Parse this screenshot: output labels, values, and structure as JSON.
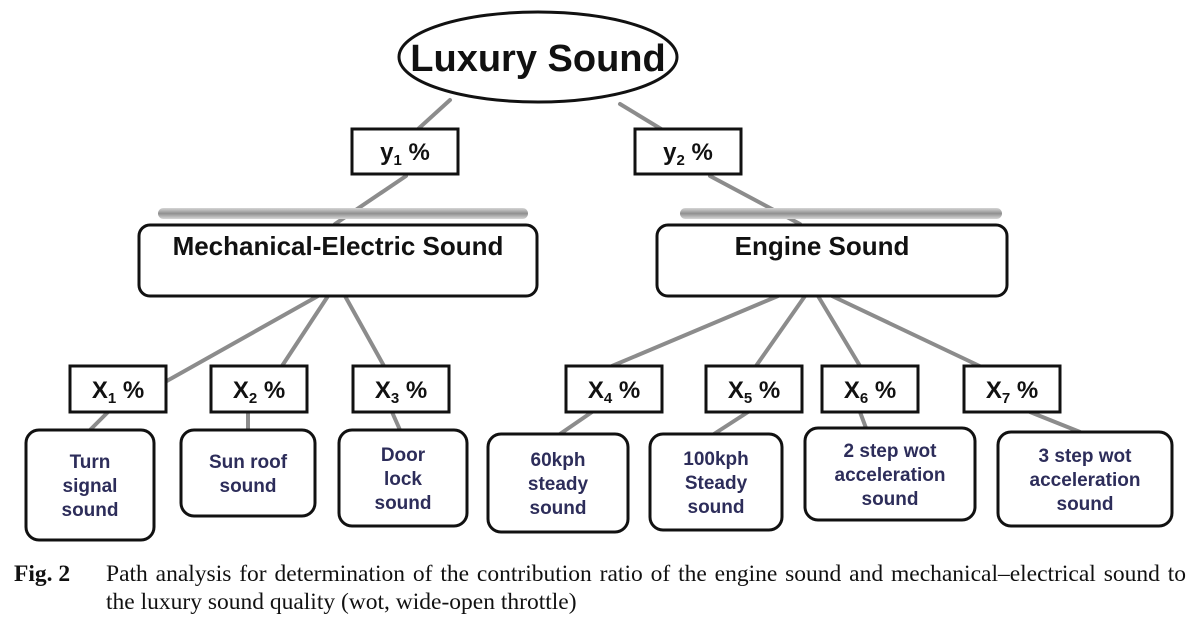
{
  "diagram": {
    "root": {
      "label": "Luxury Sound"
    },
    "branches": [
      {
        "label": "Mechanical-Electric Sound",
        "weight": {
          "main": "y",
          "sub": "1",
          "suffix": " %"
        },
        "children": [
          {
            "weight": {
              "main": "X",
              "sub": "1",
              "suffix": " %"
            },
            "label_lines": [
              "Turn",
              "signal",
              "sound"
            ]
          },
          {
            "weight": {
              "main": "X",
              "sub": "2",
              "suffix": " %"
            },
            "label_lines": [
              "Sun roof",
              "sound"
            ]
          },
          {
            "weight": {
              "main": "X",
              "sub": "3",
              "suffix": " %"
            },
            "label_lines": [
              "Door",
              "lock",
              "sound"
            ]
          }
        ]
      },
      {
        "label": "Engine Sound",
        "weight": {
          "main": "y",
          "sub": "2",
          "suffix": " %"
        },
        "children": [
          {
            "weight": {
              "main": "X",
              "sub": "4",
              "suffix": " %"
            },
            "label_lines": [
              "60kph",
              "steady",
              "sound"
            ]
          },
          {
            "weight": {
              "main": "X",
              "sub": "5",
              "suffix": " %"
            },
            "label_lines": [
              "100kph",
              "Steady",
              "sound"
            ]
          },
          {
            "weight": {
              "main": "X",
              "sub": "6",
              "suffix": " %"
            },
            "label_lines": [
              "2 step wot",
              "acceleration",
              "sound"
            ]
          },
          {
            "weight": {
              "main": "X",
              "sub": "7",
              "suffix": " %"
            },
            "label_lines": [
              "3 step wot",
              "acceleration",
              "sound"
            ]
          }
        ]
      }
    ]
  },
  "caption": {
    "label": "Fig. 2",
    "text": "Path analysis for determination of the contribution ratio of the engine sound and mechanical–electrical sound to the luxury sound quality (wot, wide-open throttle)"
  }
}
